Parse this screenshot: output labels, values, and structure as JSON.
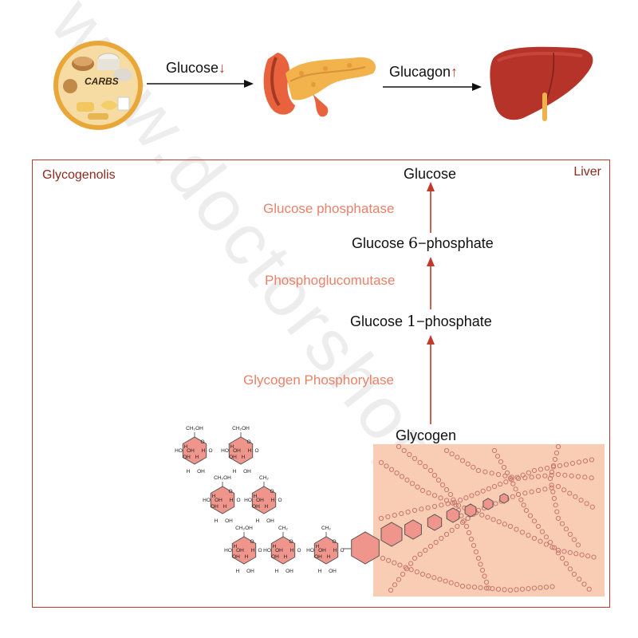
{
  "top": {
    "carbs_label": "CARBS",
    "glucose_label": "Glucose",
    "glucose_arrow": "↓",
    "glucagon_label": "Glucagon",
    "glucagon_arrow": "↑"
  },
  "panel": {
    "left_title": "Glycogenolis",
    "right_title": "Liver"
  },
  "pathway": {
    "glucose": "Glucose",
    "enzyme_1": "Glucose phosphatase",
    "g6p_prefix": "Glucose ",
    "g6p_num": "6",
    "g6p_suffix": "−phosphate",
    "enzyme_2": "Phosphoglucomutase",
    "g1p_prefix": "Glucose ",
    "g1p_num": "1",
    "g1p_suffix": "−phosphate",
    "enzyme_3": "Glycogen Phosphorylase",
    "glycogen": "Glycogen"
  },
  "watermark": "www.doctorshop.ir",
  "ring_labels": {
    "ch2oh": "CH₂OH",
    "ch2": "CH₂",
    "h": "H",
    "oh": "OH",
    "ho": "HO",
    "o": "O"
  },
  "colors": {
    "accent_red": "#c0392b",
    "enzyme_orange": "#e9826a",
    "glycogen_bg": "#f8cdb4",
    "sugar_fill": "#f0958b"
  }
}
